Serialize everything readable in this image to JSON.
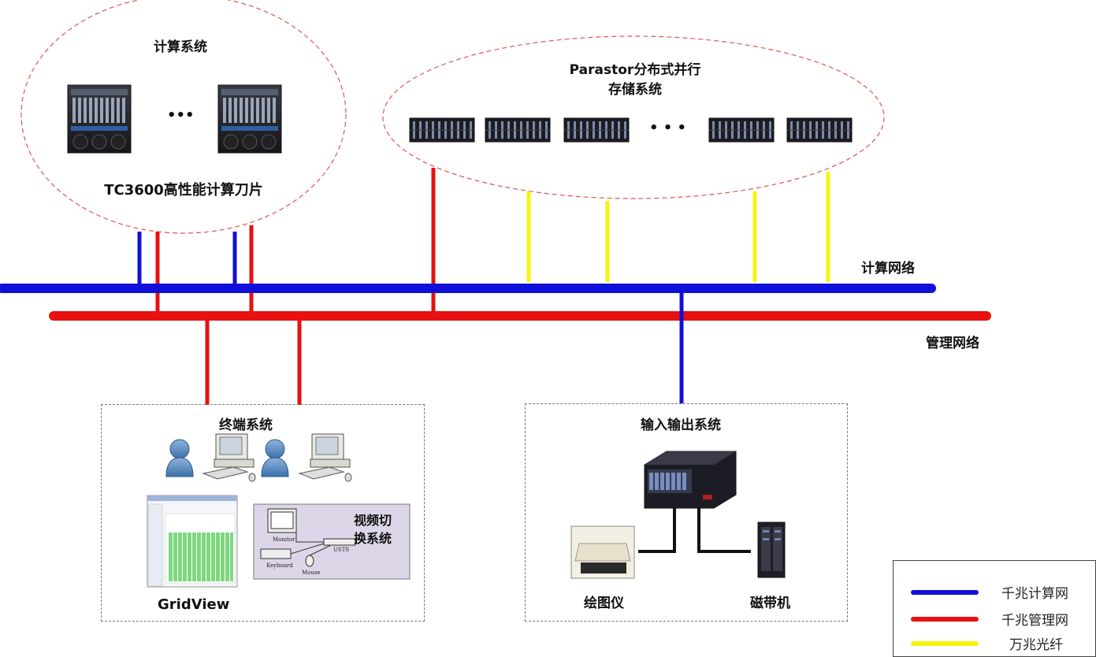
{
  "compute_system": {
    "title": "计算系统",
    "subtitle": "TC3600高性能计算刀片",
    "ellipsis": "•••"
  },
  "storage_system": {
    "title_line1": "Parastor分布式并行",
    "title_line2": "存储系统",
    "ellipsis": "• • •"
  },
  "networks": {
    "compute_label": "计算网络",
    "management_label": "管理网络"
  },
  "terminal_system": {
    "title": "终端系统",
    "gridview_label": "GridView",
    "video_switch_line1": "视频切",
    "video_switch_line2": "换系统",
    "monitor_label": "Monitor",
    "keyboard_label": "Keyboard",
    "mouse_label": "Mouse",
    "usts_label": "USTS"
  },
  "io_system": {
    "title": "输入输出系统",
    "plotter_label": "绘图仪",
    "tape_label": "磁带机"
  },
  "legend": {
    "items": [
      {
        "label": "千兆计算网",
        "color": "#1010d8"
      },
      {
        "label": "千兆管理网",
        "color": "#e81010"
      },
      {
        "label": "万兆光纤",
        "color": "#f5f510"
      }
    ]
  },
  "colors": {
    "compute_net": "#1010d8",
    "management_net": "#e81010",
    "fiber": "#f5f510",
    "ellipse_border": "#e05555"
  }
}
